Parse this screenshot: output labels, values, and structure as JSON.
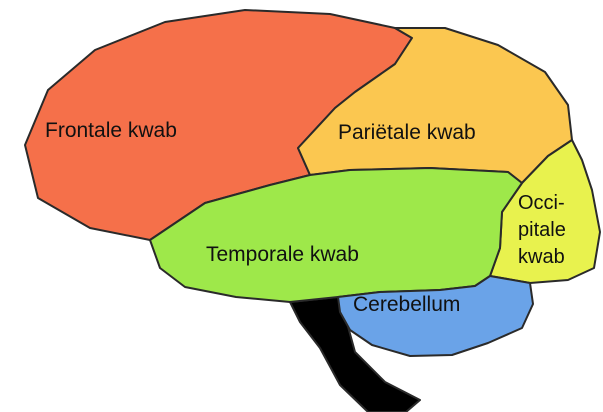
{
  "diagram": {
    "regions": [
      {
        "id": "frontal",
        "label_lines": [
          "Frontale kwab"
        ],
        "color": "#f5704a"
      },
      {
        "id": "parietal",
        "label_lines": [
          "Pariëtale kwab"
        ],
        "color": "#fbc750"
      },
      {
        "id": "occipital",
        "label_lines": [
          "Occi-",
          "pitale",
          "kwab"
        ],
        "color": "#e8f24e"
      },
      {
        "id": "temporal",
        "label_lines": [
          "Temporale kwab"
        ],
        "color": "#9ee84a"
      },
      {
        "id": "cerebellum",
        "label_lines": [
          "Cerebellum"
        ],
        "color": "#6aa3e8"
      },
      {
        "id": "brainstem",
        "label_lines": [],
        "color": "#000000"
      }
    ]
  }
}
